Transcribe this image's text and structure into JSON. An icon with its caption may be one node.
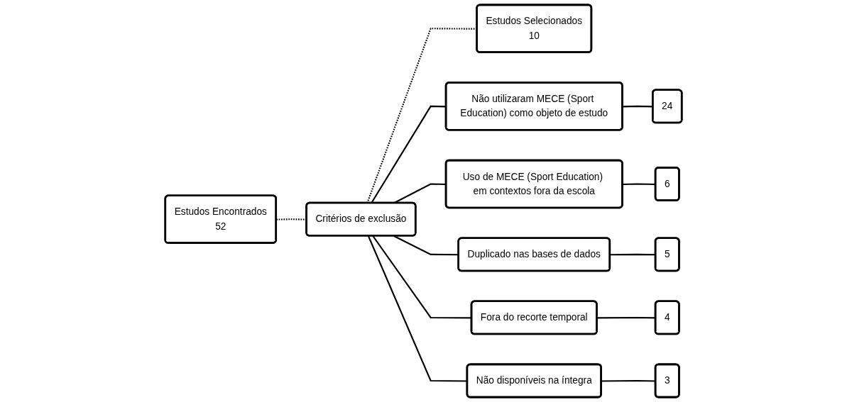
{
  "diagram": {
    "nodes": [
      {
        "text": [
          "Estudos Encontrados",
          "52"
        ]
      },
      {
        "text": [
          "Critérios de exclusão"
        ]
      },
      {
        "text": [
          "Estudos Selecionados",
          "10"
        ]
      },
      {
        "text": [
          "Não utilizaram MECE (Sport Education) como objeto de estudo"
        ]
      },
      {
        "text": [
          "24"
        ]
      },
      {
        "text": [
          "Uso de MECE (Sport Education) em contextos fora da escola"
        ]
      },
      {
        "text": [
          "6"
        ]
      },
      {
        "text": [
          "Duplicado nas bases de dados"
        ]
      },
      {
        "text": [
          "5"
        ]
      },
      {
        "text": [
          "Fora do recorte temporal"
        ]
      },
      {
        "text": [
          "4"
        ]
      },
      {
        "text": [
          "Não disponíveis na íntegra"
        ]
      },
      {
        "text": [
          "3"
        ]
      }
    ],
    "edges": [
      {
        "from": 0,
        "to": 1,
        "arrow": "none",
        "style": "dashed"
      },
      {
        "from": 1,
        "to": 2,
        "arrow": "none",
        "style": "dashed"
      },
      {
        "from": 1,
        "to": 3,
        "arrow": "none"
      },
      {
        "from": 1,
        "to": 5,
        "arrow": "none"
      },
      {
        "from": 1,
        "to": 7,
        "arrow": "none"
      },
      {
        "from": 1,
        "to": 9,
        "arrow": "none"
      },
      {
        "from": 1,
        "to": 11,
        "arrow": "none"
      },
      {
        "from": 3,
        "to": 4,
        "arrow": "none"
      },
      {
        "from": 5,
        "to": 6,
        "arrow": "none"
      },
      {
        "from": 7,
        "to": 8,
        "arrow": "none"
      },
      {
        "from": 9,
        "to": 10,
        "arrow": "none"
      },
      {
        "from": 11,
        "to": 12,
        "arrow": "none"
      }
    ]
  }
}
